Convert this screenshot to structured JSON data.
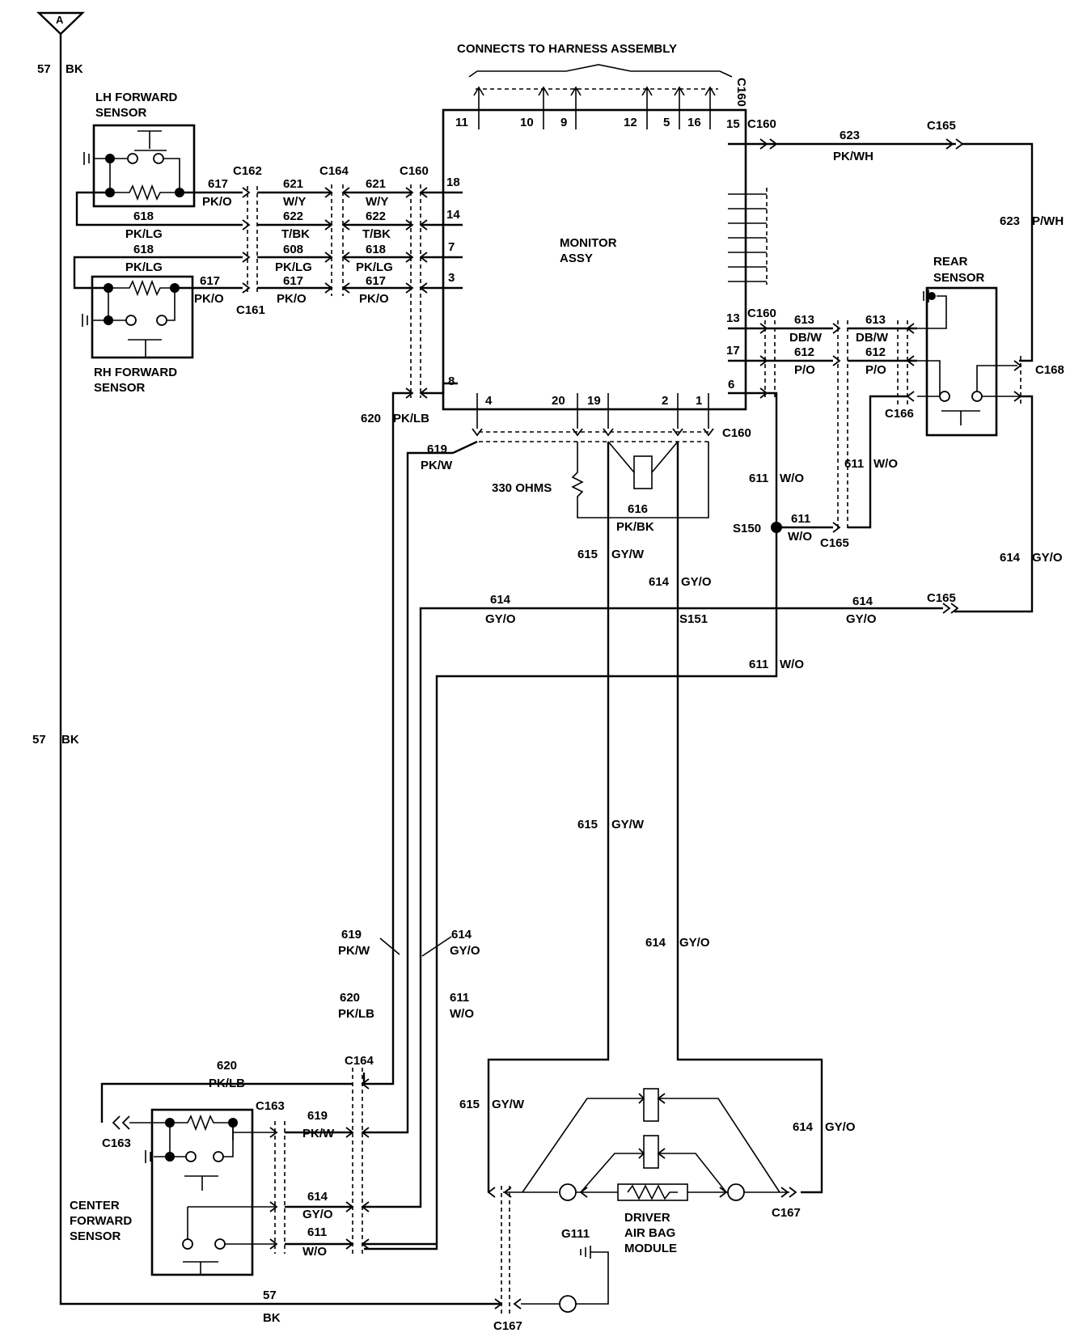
{
  "header": "CONNECTS TO HARNESS ASSEMBLY",
  "feed": {
    "tag": "A",
    "circuit": "57",
    "color": "BK"
  },
  "components": {
    "monitor": [
      "MONITOR",
      "ASSY"
    ],
    "lh_sensor": [
      "LH FORWARD",
      "SENSOR"
    ],
    "rh_sensor": [
      "RH FORWARD",
      "SENSOR"
    ],
    "rear_sensor": [
      "REAR",
      "SENSOR"
    ],
    "center_sensor": [
      "CENTER",
      "FORWARD",
      "SENSOR"
    ],
    "airbag": [
      "DRIVER",
      "AIR BAG",
      "MODULE"
    ],
    "resistor": "330 OHMS",
    "ground": "G111"
  },
  "splices": {
    "s150": "S150",
    "s151": "S151"
  },
  "connectors": {
    "c160": "C160",
    "c161": "C161",
    "c162": "C162",
    "c163": "C163",
    "c164": "C164",
    "c165": "C165",
    "c166": "C166",
    "c167": "C167"
  },
  "pins": {
    "top": [
      "11",
      "10",
      "9",
      "12",
      "5",
      "16",
      "15"
    ],
    "left": [
      "18",
      "14",
      "7",
      "3",
      "8"
    ],
    "bottom": [
      "4",
      "20",
      "19",
      "2",
      "1"
    ],
    "right": [
      "13",
      "17",
      "6"
    ]
  },
  "wires": {
    "w617": "617",
    "pko": "PK/O",
    "w618": "618",
    "pklg": "PK/LG",
    "w621": "621",
    "wy": "W/Y",
    "w622": "622",
    "tbk": "T/BK",
    "w608": "608",
    "w620": "620",
    "pklb": "PK/LB",
    "w619": "619",
    "pkw": "PK/W",
    "w616": "616",
    "pkbk": "PK/BK",
    "w615": "615",
    "gyw": "GY/W",
    "w614": "614",
    "gyo": "GY/O",
    "w611": "611",
    "wo": "W/O",
    "w613": "613",
    "dbw": "DB/W",
    "w612": "612",
    "pd": "P/O",
    "w623": "623",
    "pkwh": "PK/WH",
    "pwh": "P/WH",
    "w57": "57",
    "bk": "BK"
  }
}
